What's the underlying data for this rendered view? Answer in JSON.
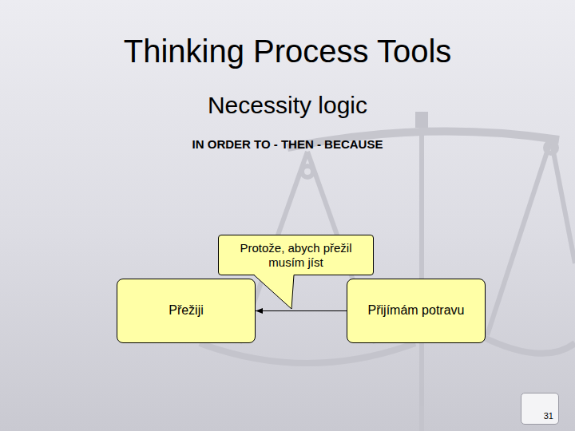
{
  "diagram": {
    "title": "Thinking Process Tools",
    "nodes": [
      {
        "text": [
          "Protože, abych přežil musím jíst"
        ]
      },
      {
        "text": [
          "Přežiji"
        ]
      },
      {
        "text": [
          "Přijímám potravu"
        ]
      }
    ],
    "edges": [
      {
        "from": 2,
        "to": 1,
        "arrow": "to"
      }
    ],
    "labels": [
      "Necessity logic",
      "IN ORDER TO - THEN - BECAUSE",
      "31"
    ]
  }
}
